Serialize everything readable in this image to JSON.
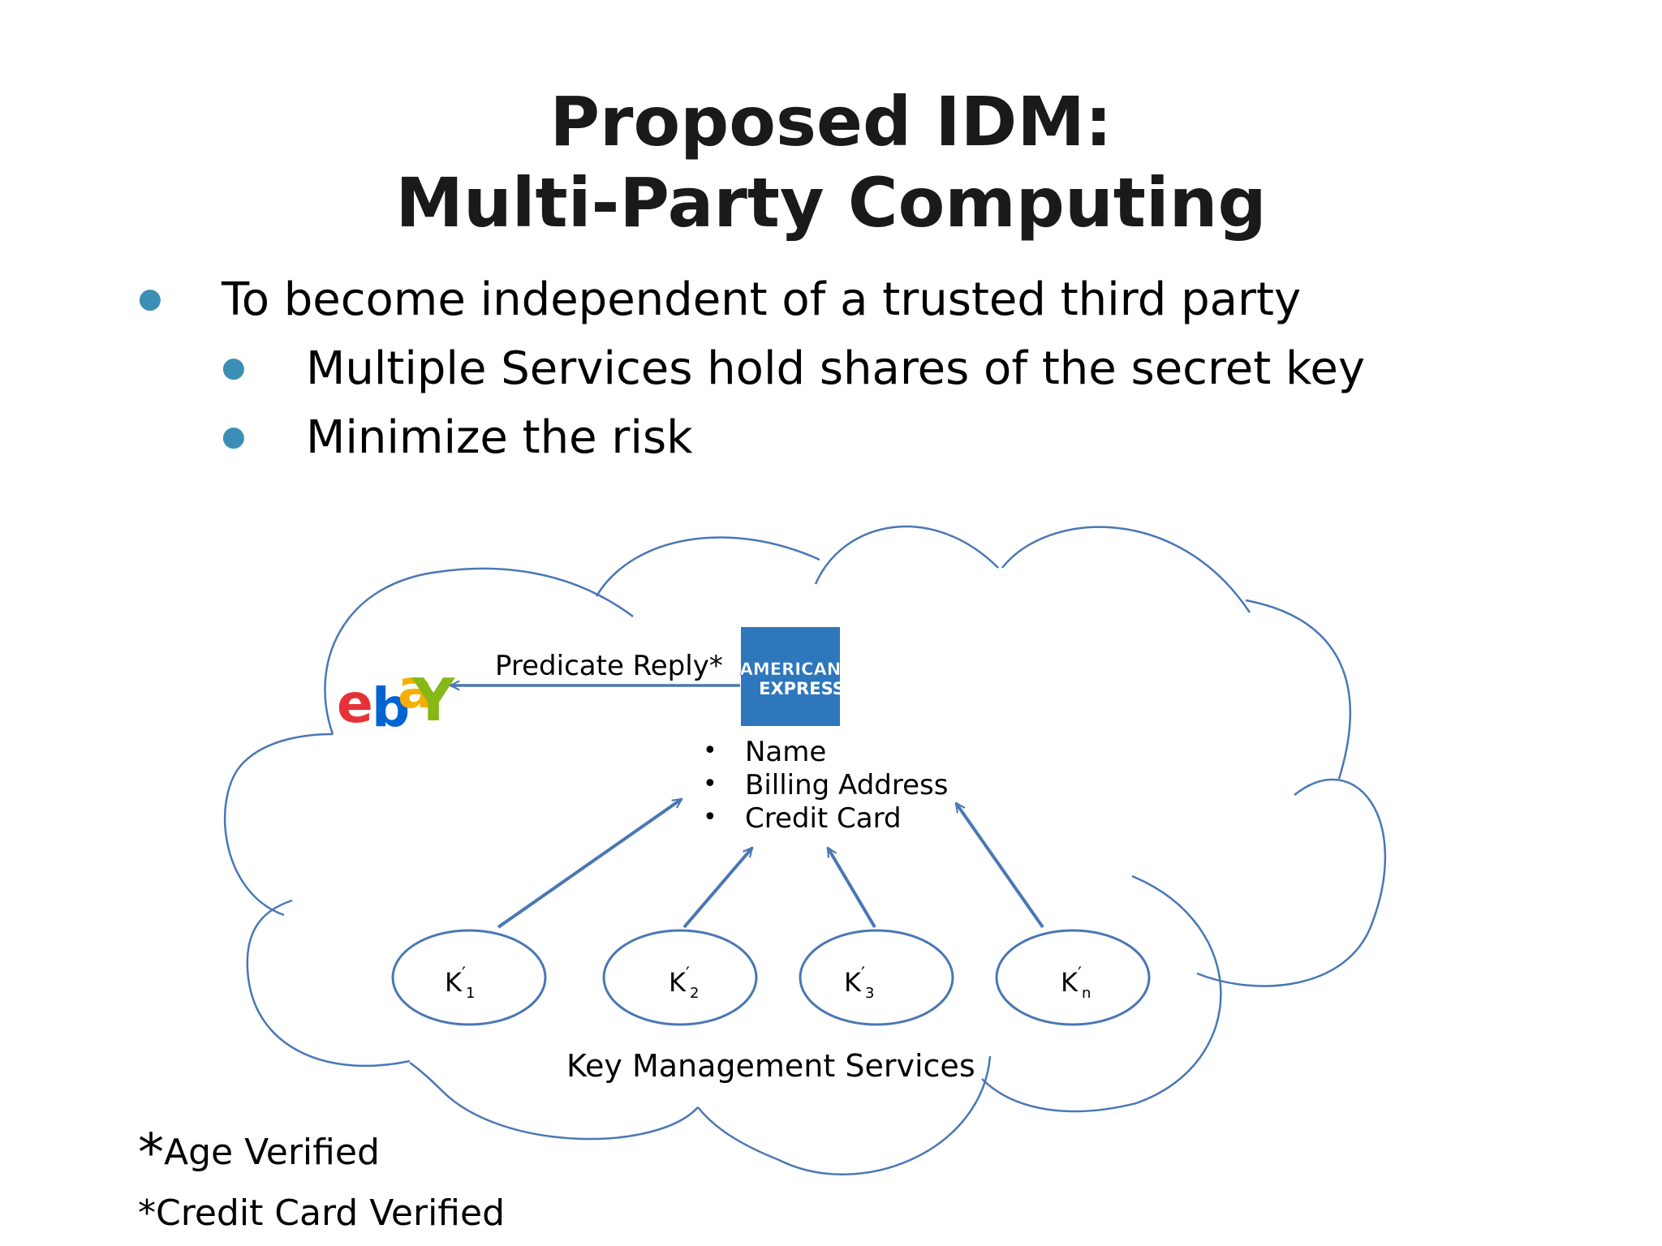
{
  "title": {
    "line1": "Proposed IDM:",
    "line2": "Multi-Party Computing"
  },
  "bullets": {
    "main": "To become independent of a trusted third party",
    "sub": [
      "Multiple Services hold shares of the secret key",
      "Minimize the risk"
    ]
  },
  "diagram": {
    "ebay_logo": {
      "letters": [
        "e",
        "b",
        "a",
        "Y"
      ],
      "colors": [
        "#e53238",
        "#0064d2",
        "#f5af02",
        "#86b817"
      ]
    },
    "amex_logo": {
      "line1": "AMERICAN",
      "line2": "EXPRESS",
      "color": "#2e77bc"
    },
    "reply_label": "Predicate Reply*",
    "attributes": [
      "Name",
      "Billing Address",
      "Credit Card"
    ],
    "keys": [
      {
        "base": "K",
        "prime": "′",
        "sub": "1"
      },
      {
        "base": "K",
        "prime": "′",
        "sub": "2"
      },
      {
        "base": "K",
        "prime": "′",
        "sub": "3"
      },
      {
        "base": "K",
        "prime": "′",
        "sub": "n"
      }
    ],
    "kms_label": "Key Management Services",
    "stroke_color": "#4a77b4"
  },
  "footnotes": {
    "age": "Age Verified",
    "credit": "*Credit Card Verified",
    "star": "*"
  }
}
